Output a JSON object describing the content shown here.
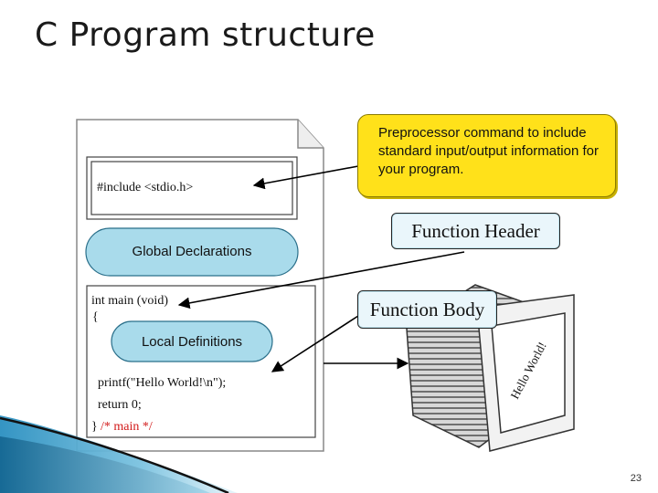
{
  "slide": {
    "title": "C Program structure",
    "page_number": "23"
  },
  "diagram": {
    "include_line": "#include <stdio.h>",
    "global_declarations": "Global Declarations",
    "main_signature": "int main (void)",
    "open_brace": "{",
    "local_definitions": "Local Definitions",
    "printf_line": "printf(\"Hello World!\\n\");",
    "return_line": "return 0;",
    "close_brace": "}",
    "main_comment": "/* main */",
    "preprocessor_note": "Preprocessor command to include standard input/output information for your program.",
    "function_header_label": "Function Header",
    "function_body_label": "Function Body",
    "screen_text": "Hello World!"
  },
  "colors": {
    "pill_fill": "#a9dbeb",
    "callout_fill": "#ffe11a",
    "comment_red": "#d21a1a",
    "label_fill": "#eaf6fb"
  }
}
